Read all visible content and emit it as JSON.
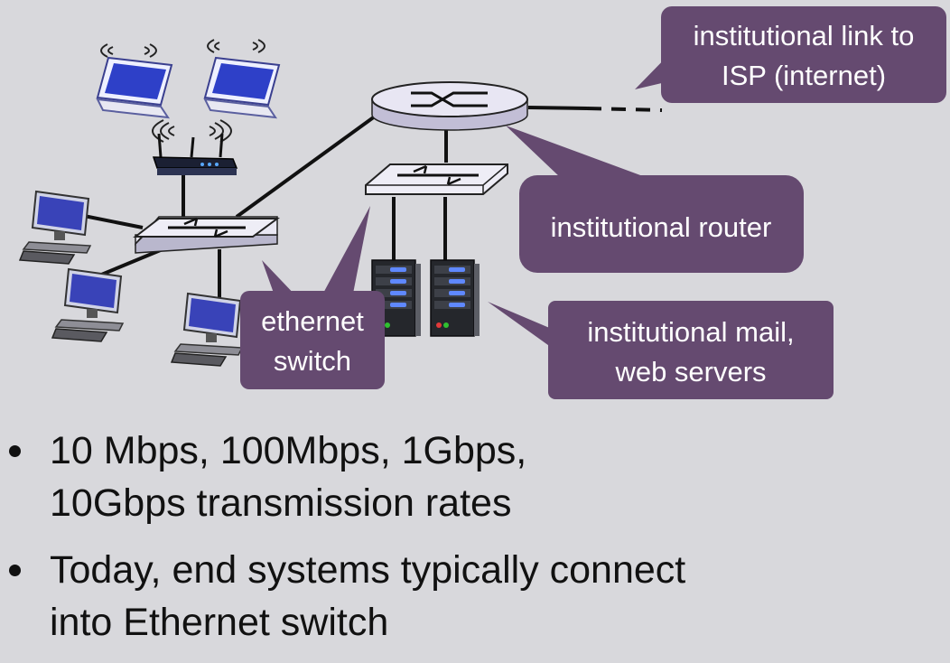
{
  "callouts": {
    "isp_link": "institutional link to\nISP (internet)",
    "router": "institutional router",
    "switch": "ethernet\nswitch",
    "servers": "institutional mail,\nweb servers"
  },
  "bullets": [
    "10 Mbps, 100Mbps, 1Gbps,\n10Gbps transmission rates",
    "Today, end systems typically connect\ninto Ethernet switch"
  ],
  "colors": {
    "callout": "#654a70",
    "background": "#d8d8dc"
  },
  "icons": [
    "laptop-icon",
    "wireless-router-icon",
    "desktop-computer-icon",
    "ethernet-switch-icon",
    "router-icon",
    "server-icon"
  ]
}
